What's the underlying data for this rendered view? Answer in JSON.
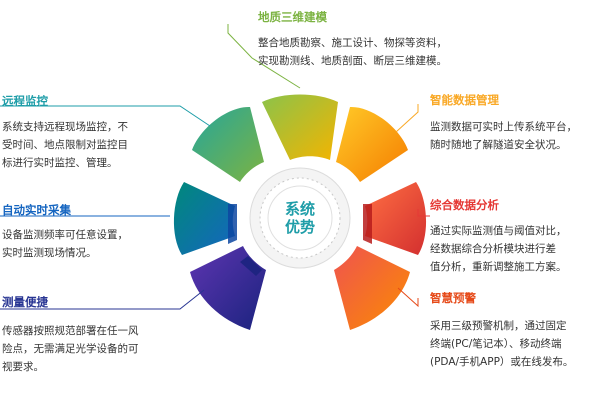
{
  "center": {
    "line1": "系统",
    "line2": "优势"
  },
  "items": [
    {
      "title": "地质三维建模",
      "color": "#7CB342",
      "lines": [
        "整合地质勘察、施工设计、物探等资料，",
        "实现勘测线、地质剖面、断层三维建模。"
      ]
    },
    {
      "title": "智能数据管理",
      "color": "#F9A825",
      "lines": [
        "监测数据可实时上传系统平台，",
        "随时随地了解隧道安全状况。"
      ]
    },
    {
      "title": "综合数据分析",
      "color": "#E53935",
      "lines": [
        "通过实际监测值与阈值对比，",
        "经数据综合分析模块进行差",
        "值分析，重新调整施工方案。"
      ]
    },
    {
      "title": "智慧预警",
      "color": "#E64A19",
      "lines": [
        "采用三级预警机制，通过固定",
        "终端(PC/笔记本）、移动终端",
        "(PDA/手机APP）或在线发布。"
      ]
    },
    {
      "title": "远程监控",
      "color": "#1E9DA8",
      "lines": [
        "系统支持远程现场监控，不",
        "受时间、地点限制对监控目",
        "标进行实时监控、管理。"
      ]
    },
    {
      "title": "自动实时采集",
      "color": "#1565C0",
      "lines": [
        "设备监测频率可任意设置，",
        "实时监测现场情况。"
      ]
    },
    {
      "title": "测量便捷",
      "color": "#283593",
      "lines": [
        "传感器按照规范部署在任一风",
        "险点，无需满足光学设备的可",
        "视要求。"
      ]
    }
  ]
}
